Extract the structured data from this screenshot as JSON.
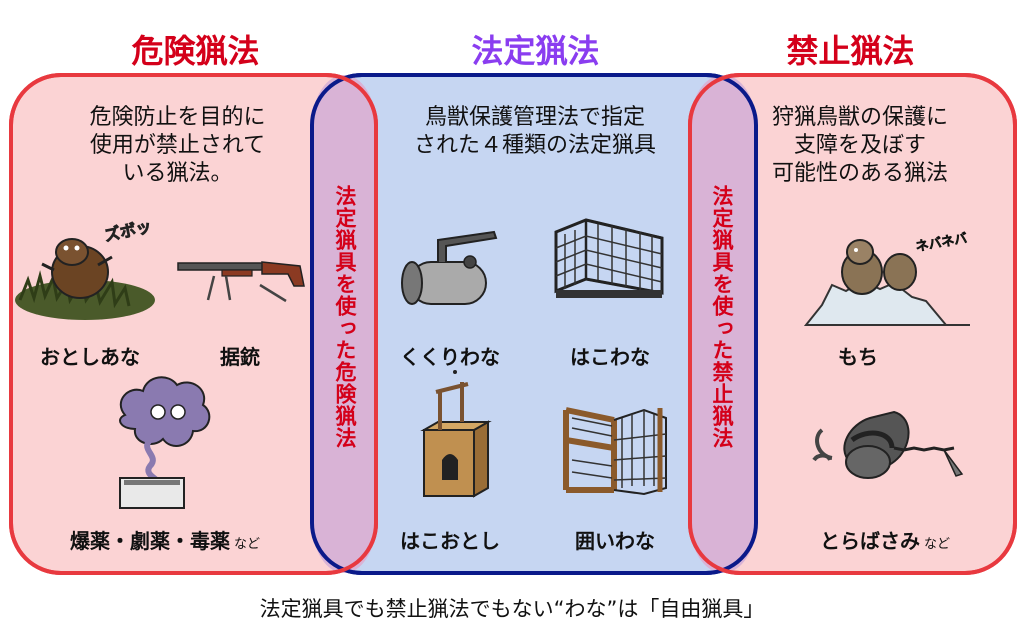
{
  "titles": {
    "danger": "危険猟法",
    "legal": "法定猟法",
    "banned": "禁止猟法"
  },
  "colors": {
    "danger_title": "#d4001a",
    "legal_title": "#8a3df0",
    "banned_title": "#d4001a",
    "box_border_red": "#e8393f",
    "box_fill_red": "#fbd3d4",
    "box_border_blue": "#0a1a8a",
    "box_fill_blue": "#c6d6f2",
    "overlap_fill": "#d9b3d6",
    "vertical_text": "#d4001a"
  },
  "descriptions": {
    "danger": "危険防止を目的に\n使用が禁止されて\nいる猟法。",
    "legal": "鳥獣保護管理法で指定\nされた４種類の法定猟具",
    "banned": "狩猟鳥獣の保護に\n支障を及ぼす\n可能性のある猟法"
  },
  "overlaps": {
    "left": "法定猟具を使った危険猟法",
    "right": "法定猟具を使った禁止猟法"
  },
  "items": {
    "danger": [
      {
        "label": "おとしあな",
        "icon": "pitfall-trap-icon"
      },
      {
        "label": "据銃",
        "icon": "set-gun-icon"
      },
      {
        "label": "爆薬・劇薬・毒薬",
        "suffix": "など",
        "icon": "poison-smoke-icon"
      }
    ],
    "legal": [
      {
        "label": "くくりわな",
        "icon": "snare-trap-icon"
      },
      {
        "label": "はこわな",
        "icon": "box-trap-icon"
      },
      {
        "label": "はこおとし",
        "icon": "deadfall-trap-icon"
      },
      {
        "label": "囲いわな",
        "icon": "enclosure-trap-icon"
      }
    ],
    "banned": [
      {
        "label": "もち",
        "icon": "birdlime-icon"
      },
      {
        "label": "とらばさみ",
        "suffix": "など",
        "icon": "leghold-trap-icon"
      }
    ]
  },
  "sound_effects": {
    "pitfall": "ズボッ",
    "birdlime": "ネバネバ"
  },
  "footer": "法定猟具でも禁止猟法でもない“わな”は「自由猟具」"
}
